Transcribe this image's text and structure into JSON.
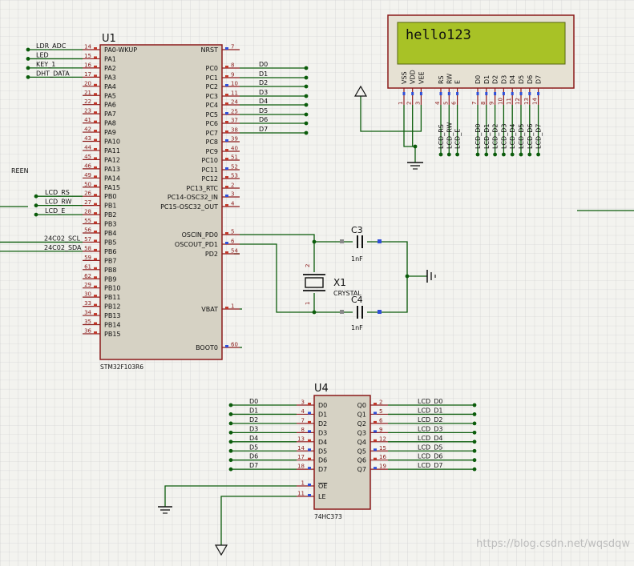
{
  "schematic": {
    "u1": {
      "ref": "U1",
      "part": "STM32F103R6",
      "left_pins": [
        {
          "num": "14",
          "name": "PA0-WKUP"
        },
        {
          "num": "15",
          "name": "PA1"
        },
        {
          "num": "16",
          "name": "PA2"
        },
        {
          "num": "17",
          "name": "PA3"
        },
        {
          "num": "20",
          "name": "PA4"
        },
        {
          "num": "21",
          "name": "PA5"
        },
        {
          "num": "22",
          "name": "PA6"
        },
        {
          "num": "23",
          "name": "PA7"
        },
        {
          "num": "41",
          "name": "PA8"
        },
        {
          "num": "42",
          "name": "PA9"
        },
        {
          "num": "43",
          "name": "PA10"
        },
        {
          "num": "44",
          "name": "PA11"
        },
        {
          "num": "45",
          "name": "PA12"
        },
        {
          "num": "46",
          "name": "PA13"
        },
        {
          "num": "49",
          "name": "PA14"
        },
        {
          "num": "50",
          "name": "PA15"
        },
        {
          "num": "26",
          "name": "PB0"
        },
        {
          "num": "27",
          "name": "PB1"
        },
        {
          "num": "28",
          "name": "PB2"
        },
        {
          "num": "55",
          "name": "PB3"
        },
        {
          "num": "56",
          "name": "PB4"
        },
        {
          "num": "57",
          "name": "PB5"
        },
        {
          "num": "58",
          "name": "PB6"
        },
        {
          "num": "59",
          "name": "PB7"
        },
        {
          "num": "61",
          "name": "PB8"
        },
        {
          "num": "62",
          "name": "PB9"
        },
        {
          "num": "29",
          "name": "PB10"
        },
        {
          "num": "30",
          "name": "PB11"
        },
        {
          "num": "33",
          "name": "PB12"
        },
        {
          "num": "34",
          "name": "PB13"
        },
        {
          "num": "35",
          "name": "PB14"
        },
        {
          "num": "36",
          "name": "PB15"
        }
      ],
      "right_pins": [
        {
          "num": "7",
          "name": "NRST"
        },
        {
          "num": "8",
          "name": "PC0"
        },
        {
          "num": "9",
          "name": "PC1"
        },
        {
          "num": "10",
          "name": "PC2"
        },
        {
          "num": "11",
          "name": "PC3"
        },
        {
          "num": "24",
          "name": "PC4"
        },
        {
          "num": "25",
          "name": "PC5"
        },
        {
          "num": "37",
          "name": "PC6"
        },
        {
          "num": "38",
          "name": "PC7"
        },
        {
          "num": "39",
          "name": "PC8"
        },
        {
          "num": "40",
          "name": "PC9"
        },
        {
          "num": "51",
          "name": "PC10"
        },
        {
          "num": "52",
          "name": "PC11"
        },
        {
          "num": "53",
          "name": "PC12"
        },
        {
          "num": "2",
          "name": "PC13_RTC"
        },
        {
          "num": "3",
          "name": "PC14-OSC32_IN"
        },
        {
          "num": "4",
          "name": "PC15-OSC32_OUT"
        },
        {
          "num": "5",
          "name": "OSCIN_PD0"
        },
        {
          "num": "6",
          "name": "OSCOUT_PD1"
        },
        {
          "num": "54",
          "name": "PD2"
        },
        {
          "num": "1",
          "name": "VBAT"
        },
        {
          "num": "60",
          "name": "BOOT0"
        }
      ]
    },
    "left_nets": [
      "LDR_ADC",
      "LED",
      "KEY_1",
      "DHT_DATA"
    ],
    "pb_nets": [
      "LCD_RS",
      "LCD_RW",
      "LCD_E"
    ],
    "i2c_nets": [
      "24C02_SCL",
      "24C02_SDA"
    ],
    "edge_label": "REEN",
    "pc_nets": [
      "D0",
      "D1",
      "D2",
      "D3",
      "D4",
      "D5",
      "D6",
      "D7"
    ],
    "lcd": {
      "display_text": "hello123",
      "pins": [
        {
          "num": "1",
          "name": "VSS"
        },
        {
          "num": "2",
          "name": "VDD"
        },
        {
          "num": "3",
          "name": "VEE"
        },
        {
          "num": "4",
          "name": "RS"
        },
        {
          "num": "5",
          "name": "RW"
        },
        {
          "num": "6",
          "name": "E"
        },
        {
          "num": "7",
          "name": "D0"
        },
        {
          "num": "8",
          "name": "D1"
        },
        {
          "num": "9",
          "name": "D2"
        },
        {
          "num": "10",
          "name": "D3"
        },
        {
          "num": "11",
          "name": "D4"
        },
        {
          "num": "12",
          "name": "D5"
        },
        {
          "num": "13",
          "name": "D6"
        },
        {
          "num": "14",
          "name": "D7"
        }
      ],
      "nets": [
        "LCD_RS",
        "LCD_RW",
        "LCD_E",
        "LCD_D0",
        "LCD_D1",
        "LCD_D2",
        "LCD_D3",
        "LCD_D4",
        "LCD_D5",
        "LCD_D6",
        "LCD_D7"
      ]
    },
    "c3": {
      "ref": "C3",
      "value": "1nF"
    },
    "c4": {
      "ref": "C4",
      "value": "1nF"
    },
    "x1": {
      "ref": "X1",
      "value": "CRYSTAL",
      "pin1": "1",
      "pin2": "2"
    },
    "u4": {
      "ref": "U4",
      "part": "74HC373",
      "d_pins": [
        {
          "num": "3",
          "name": "D0"
        },
        {
          "num": "4",
          "name": "D1"
        },
        {
          "num": "7",
          "name": "D2"
        },
        {
          "num": "8",
          "name": "D3"
        },
        {
          "num": "13",
          "name": "D4"
        },
        {
          "num": "14",
          "name": "D5"
        },
        {
          "num": "17",
          "name": "D6"
        },
        {
          "num": "18",
          "name": "D7"
        }
      ],
      "q_pins": [
        {
          "num": "2",
          "name": "Q0"
        },
        {
          "num": "5",
          "name": "Q1"
        },
        {
          "num": "6",
          "name": "Q2"
        },
        {
          "num": "9",
          "name": "Q3"
        },
        {
          "num": "12",
          "name": "Q4"
        },
        {
          "num": "15",
          "name": "Q5"
        },
        {
          "num": "16",
          "name": "Q6"
        },
        {
          "num": "19",
          "name": "Q7"
        }
      ],
      "ctrl_pins": [
        {
          "num": "1",
          "name": "OE"
        },
        {
          "num": "11",
          "name": "LE"
        }
      ],
      "in_nets": [
        "D0",
        "D1",
        "D2",
        "D3",
        "D4",
        "D5",
        "D6",
        "D7"
      ],
      "out_nets": [
        "LCD_D0",
        "LCD_D1",
        "LCD_D2",
        "LCD_D3",
        "LCD_D4",
        "LCD_D5",
        "LCD_D6",
        "LCD_D7"
      ]
    },
    "watermark": "https://blog.csdn.net/wqsdqw",
    "colors": {
      "wire": "#0b5c0b",
      "chip_fill": "#d6d2c4",
      "chip_border": "#8b1a1a",
      "lcd_screen": "#a8c226",
      "grid": "#c9c9c9",
      "pin_red": "#c0392b",
      "pin_blue": "#2f4fd8"
    }
  }
}
